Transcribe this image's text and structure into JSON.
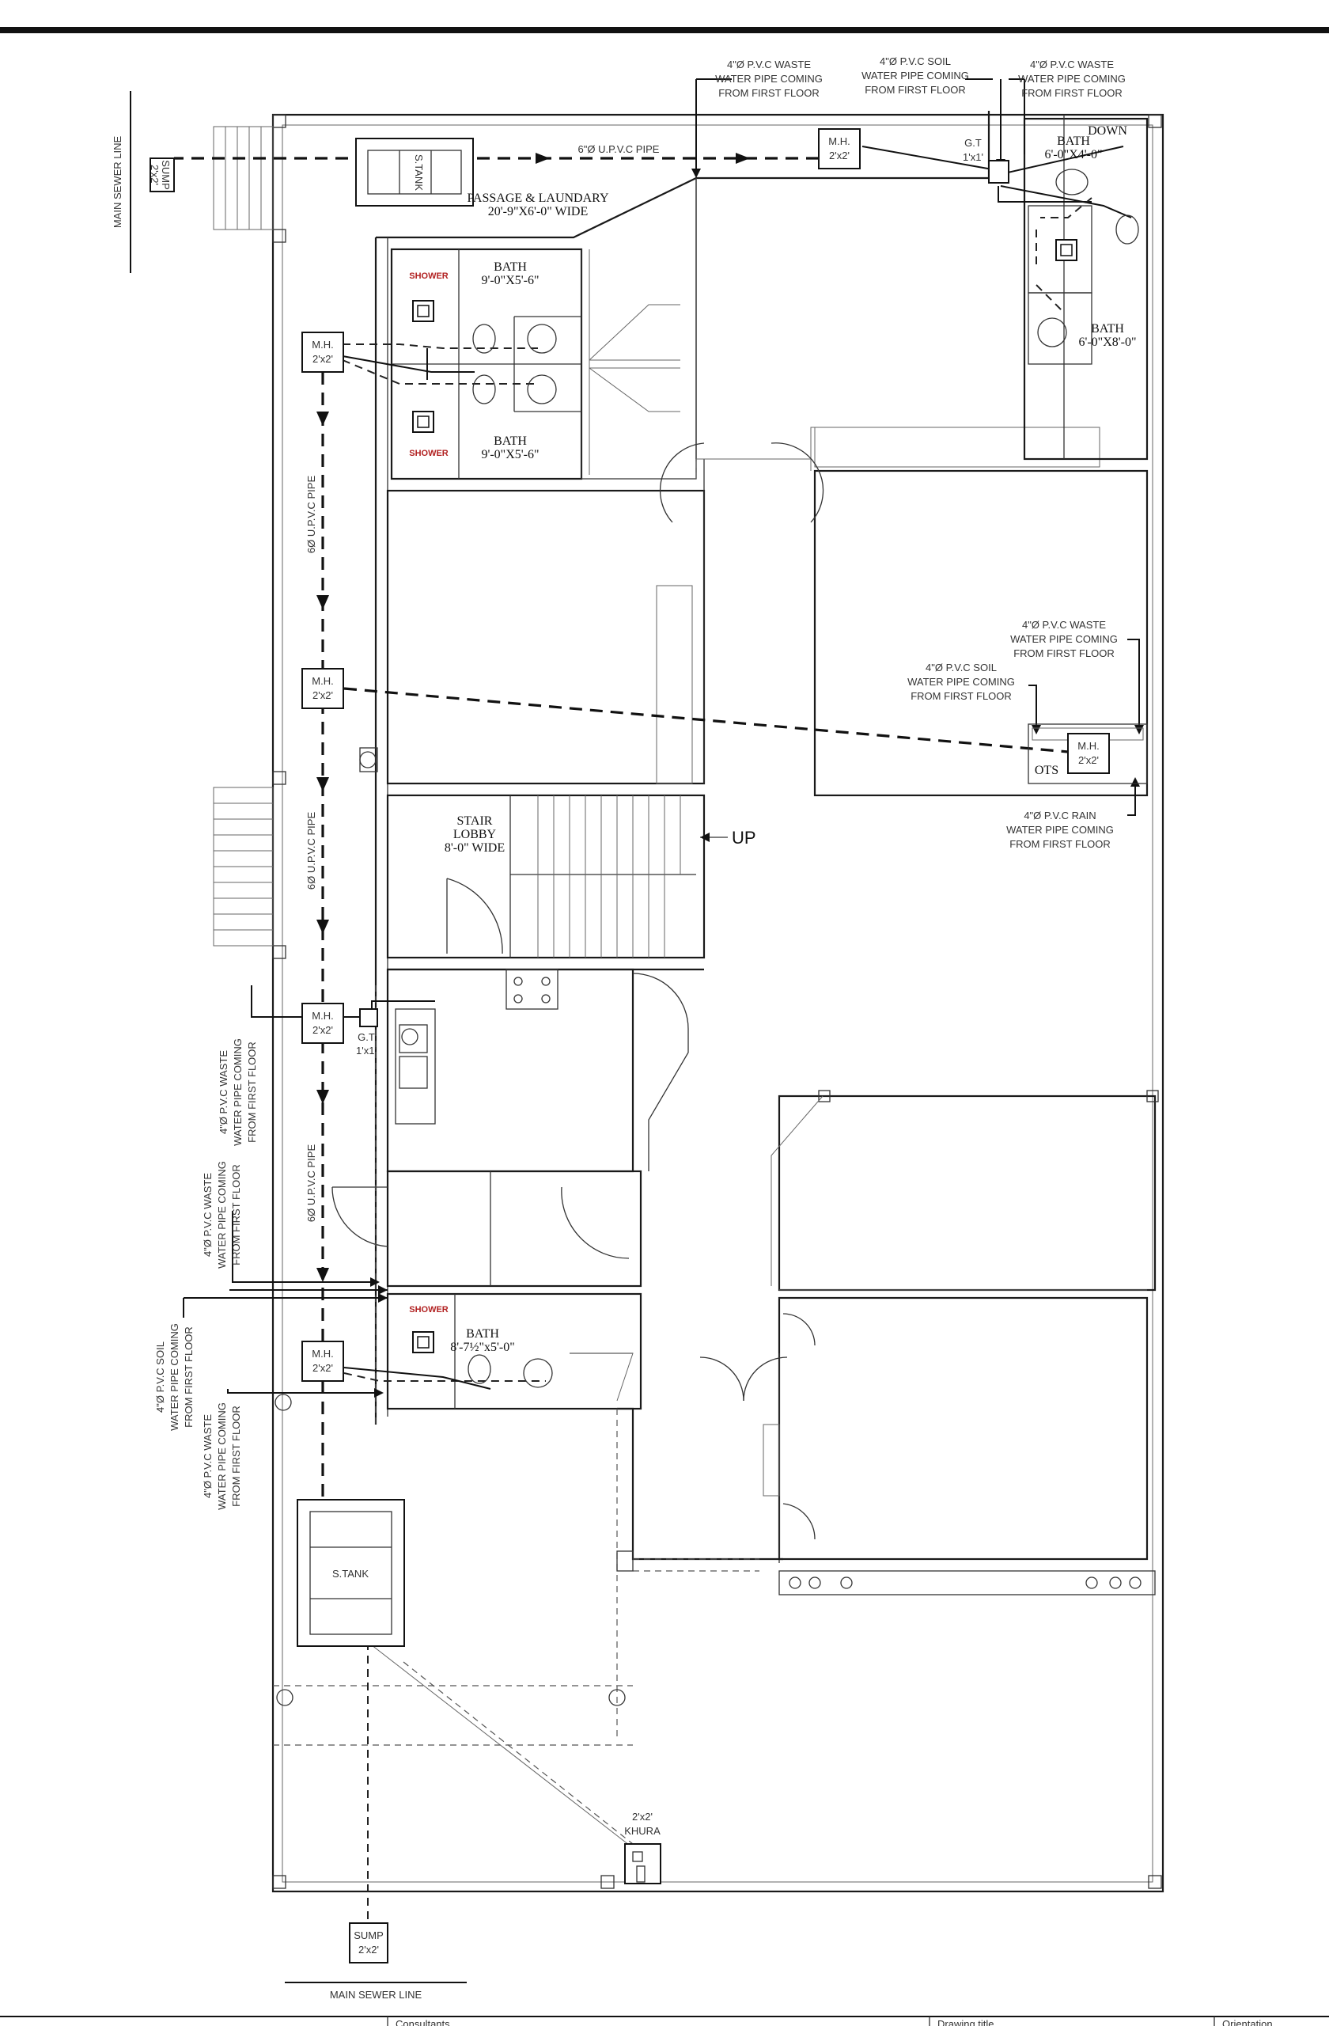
{
  "notes": {
    "waste_top_left": [
      "4\"Ø P.V.C WASTE",
      "WATER PIPE COMING",
      "FROM FIRST FLOOR"
    ],
    "soil_top": [
      "4\"Ø P.V.C SOIL",
      "WATER PIPE COMING",
      "FROM FIRST FLOOR"
    ],
    "waste_top_right": [
      "4\"Ø P.V.C WASTE",
      "WATER PIPE COMING",
      "FROM FIRST FLOOR"
    ],
    "waste_right_mid": [
      "4\"Ø P.V.C WASTE",
      "WATER PIPE COMING",
      "FROM FIRST FLOOR"
    ],
    "soil_right_mid": [
      "4\"Ø P.V.C SOIL",
      "WATER PIPE COMING",
      "FROM FIRST FLOOR"
    ],
    "rain_right": [
      "4\"Ø P.V.C RAIN",
      "WATER PIPE COMING",
      "FROM FIRST FLOOR"
    ],
    "left_v1": [
      "4\"Ø P.V.C WASTE",
      "WATER PIPE COMING",
      "FROM FIRST FLOOR"
    ],
    "left_v2": [
      "4\"Ø P.V.C WASTE",
      "WATER PIPE COMING",
      "FROM FIRST FLOOR"
    ],
    "left_v3": [
      "4\"Ø P.V.C SOIL",
      "WATER PIPE COMING",
      "FROM FIRST FLOOR"
    ],
    "left_v4": [
      "4\"Ø P.V.C WASTE",
      "WATER PIPE COMING",
      "FROM FIRST FLOOR"
    ]
  },
  "pipes": {
    "top": "6\"Ø U.P.V.C PIPE",
    "vertical": "6Ø U.P.V.C PIPE"
  },
  "rooms": {
    "passage": "PASSAGE & LAUNDARY",
    "passage_dim": "20'-9\"X6'-0\" WIDE",
    "bath1": "BATH",
    "bath1_dim": "9'-0\"X5'-6\"",
    "bath2": "BATH",
    "bath2_dim": "9'-0\"X5'-6\"",
    "bath3": "BATH",
    "bath3_dim": "6'-0\"X4'-0\"",
    "bath4": "BATH",
    "bath4_dim": "6'-0\"X8'-0\"",
    "bath5": "BATH",
    "bath5_dim": "8'-7½\"x5'-0\"",
    "stair": "STAIR",
    "lobby": "LOBBY",
    "stair_dim": "8'-0\" WIDE",
    "up": "UP",
    "down": "DOWN",
    "ots": "OTS",
    "shower": "SHOWER"
  },
  "fixtures": {
    "mh_label": "M.H.",
    "mh_dim": "2'x2'",
    "gt_label": "G.T",
    "gt_dim": "1'x1'",
    "stank": "S.TANK",
    "sump": "SUMP",
    "sump_dim": "2'x2'",
    "khura_dim": "2'x2'",
    "khura": "KHURA",
    "main_sewer": "MAIN SEWER LINE"
  },
  "title_block": {
    "consultants": "Consultants",
    "drawing_title": "Drawing title",
    "orientation": "Orientation"
  }
}
